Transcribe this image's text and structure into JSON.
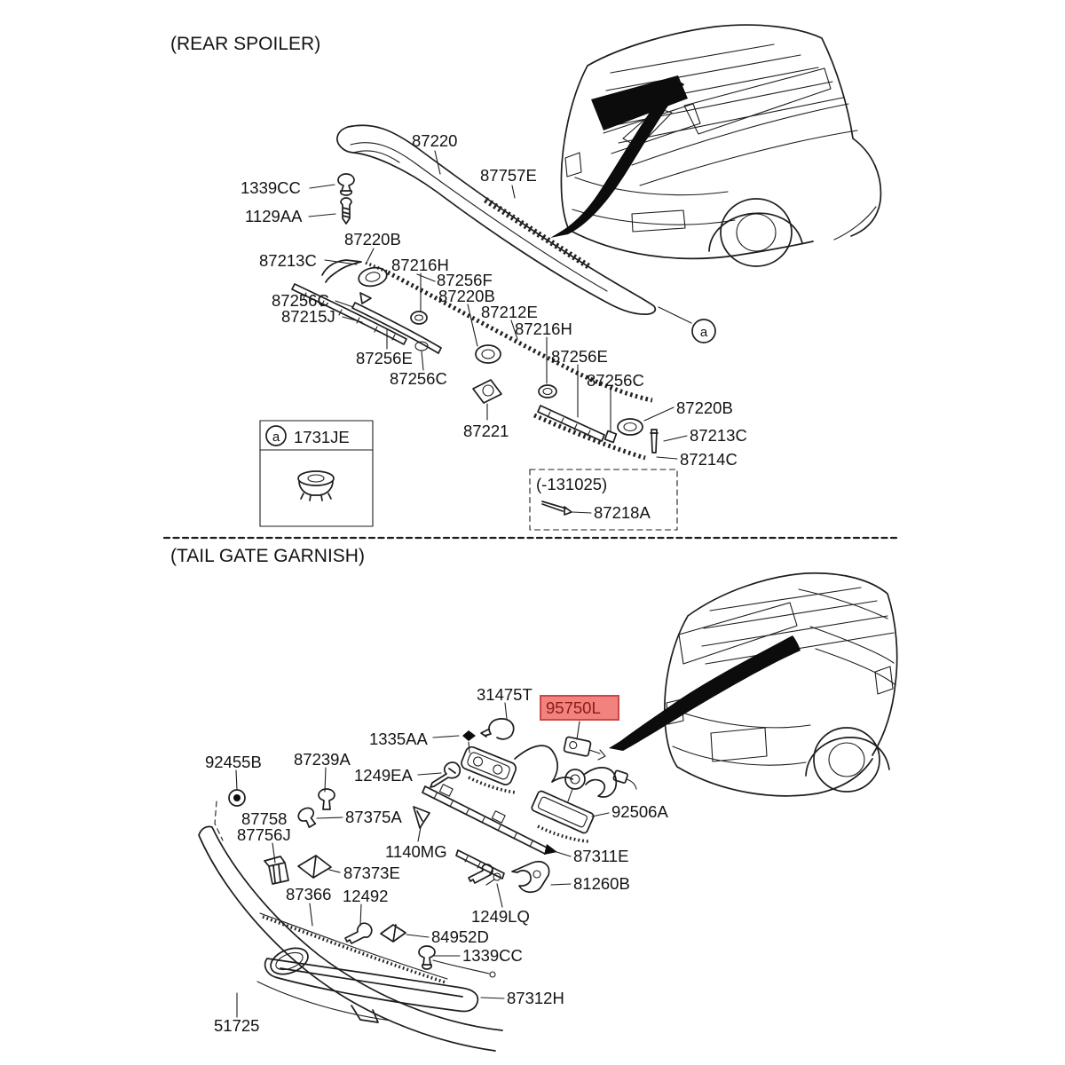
{
  "document": {
    "type": "automotive-parts-diagram"
  },
  "colors": {
    "background": "#ffffff",
    "line": "#1d1d1d",
    "highlight_bg": "#f2827d",
    "highlight_border": "#c94a45",
    "highlight_text": "#8c1a16"
  },
  "titles": {
    "rear_spoiler": "(REAR SPOILER)",
    "tail_gate": "(TAIL GATE GARNISH)"
  },
  "marker_a": "a",
  "inset_box": {
    "marker": "a",
    "part": "1731JE"
  },
  "date_box": {
    "caption": "(-131025)",
    "part": "87218A"
  },
  "highlight": {
    "part": "95750L"
  },
  "labels": {
    "rear_spoiler": {
      "s01": "87220",
      "s02": "87757E",
      "s03": "1339CC",
      "s04": "1129AA",
      "s05": "87220B",
      "s06": "87213C",
      "s07": "87216H",
      "s08": "87256F",
      "s09": "87220B",
      "s10": "87212E",
      "s11": "87216H",
      "s12": "87256C",
      "s13": "87215J",
      "s14": "87256E",
      "s15": "87256C",
      "s16": "87256E",
      "s17": "87256C",
      "s18": "87221",
      "s19": "87220B",
      "s20": "87213C",
      "s21": "87214C"
    },
    "tail_gate": {
      "t01": "31475T",
      "t03": "1335AA",
      "t04": "92455B",
      "t05": "87239A",
      "t06": "1249EA",
      "t07": "87758",
      "t08": "87756J",
      "t09": "87375A",
      "t10": "92506A",
      "t11": "1140MG",
      "t12": "87311E",
      "t13": "87373E",
      "t14": "81260B",
      "t15": "87366",
      "t16": "12492",
      "t17": "1249LQ",
      "t18": "84952D",
      "t19": "1339CC",
      "t20": "87312H",
      "t21": "51725"
    }
  }
}
